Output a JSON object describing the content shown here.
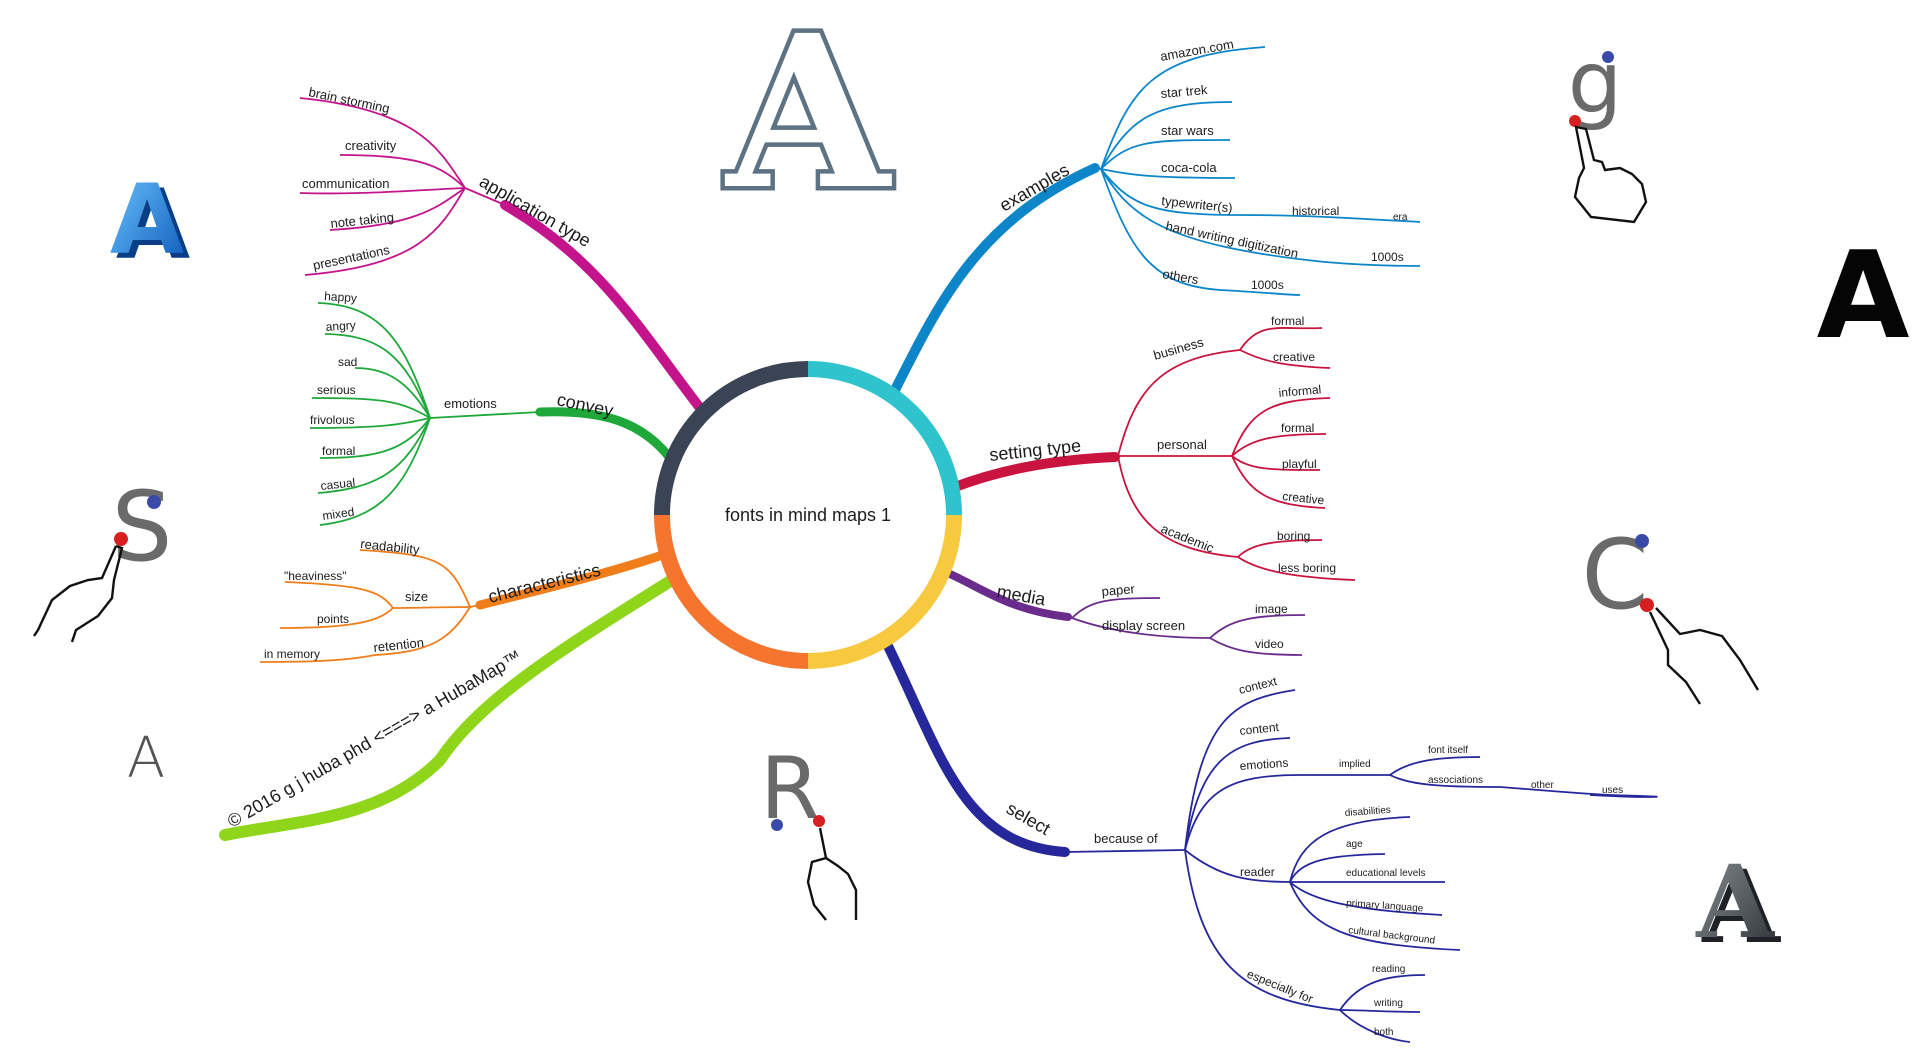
{
  "center": {
    "title": "fonts in mind maps 1"
  },
  "colors": {
    "application_type": "#c4148c",
    "convey": "#1ea83a",
    "characteristics": "#ef7d1a",
    "copyright": "#8fd51a",
    "examples": "#0c86c9",
    "setting_type": "#c8143e",
    "media": "#6a2c8c",
    "select": "#26279a",
    "ring": [
      "#2fc3cd",
      "#f6c93f",
      "#f5742e",
      "#3a4455"
    ]
  },
  "application_type": {
    "label": "application type",
    "items": [
      "brain storming",
      "creativity",
      "communication",
      "note taking",
      "presentations"
    ]
  },
  "convey": {
    "label": "convey",
    "emotions": "emotions",
    "items": [
      "happy",
      "angry",
      "sad",
      "serious",
      "frivolous",
      "formal",
      "casual",
      "mixed"
    ]
  },
  "characteristics": {
    "label": "characteristics",
    "readability": "readability",
    "size": "size",
    "size_items": [
      "\"heaviness\"",
      "points"
    ],
    "retention": "retention",
    "retention_items": [
      "in memory"
    ]
  },
  "copyright": {
    "text": "© 2016 g j huba phd <===> a HubaMap™"
  },
  "examples": {
    "label": "examples",
    "items": [
      "amazon.com",
      "star trek",
      "star wars",
      "coca-cola",
      "typewriter(s)",
      "hand writing digitization",
      "others"
    ],
    "typewriter_sub": "historical",
    "typewriter_sub2": "era",
    "handwriting_sub": "1000s",
    "others_sub": "1000s"
  },
  "setting_type": {
    "label": "setting type",
    "business": "business",
    "business_items": [
      "formal",
      "creative"
    ],
    "personal": "personal",
    "personal_items": [
      "informal",
      "formal",
      "playful",
      "creative"
    ],
    "academic": "academic",
    "academic_items": [
      "boring",
      "less boring"
    ]
  },
  "media": {
    "label": "media",
    "paper": "paper",
    "display": "display screen",
    "display_items": [
      "image",
      "video"
    ]
  },
  "select": {
    "label": "select",
    "because": "because of",
    "items": [
      "context",
      "content"
    ],
    "emotions": "emotions",
    "implied": "implied",
    "font_itself": "font itself",
    "associations": "associations",
    "other": "other",
    "uses": "uses",
    "reader": "reader",
    "reader_items": [
      "disabilities",
      "age",
      "educational levels",
      "primary language",
      "cultural background"
    ],
    "especially": "especially for",
    "especially_items": [
      "reading",
      "writing",
      "both"
    ]
  },
  "decor": {
    "big_letter": "A",
    "gesture_letters": [
      "g",
      "S",
      "C",
      "R"
    ],
    "letters": [
      "A",
      "A",
      "A",
      "A"
    ]
  }
}
